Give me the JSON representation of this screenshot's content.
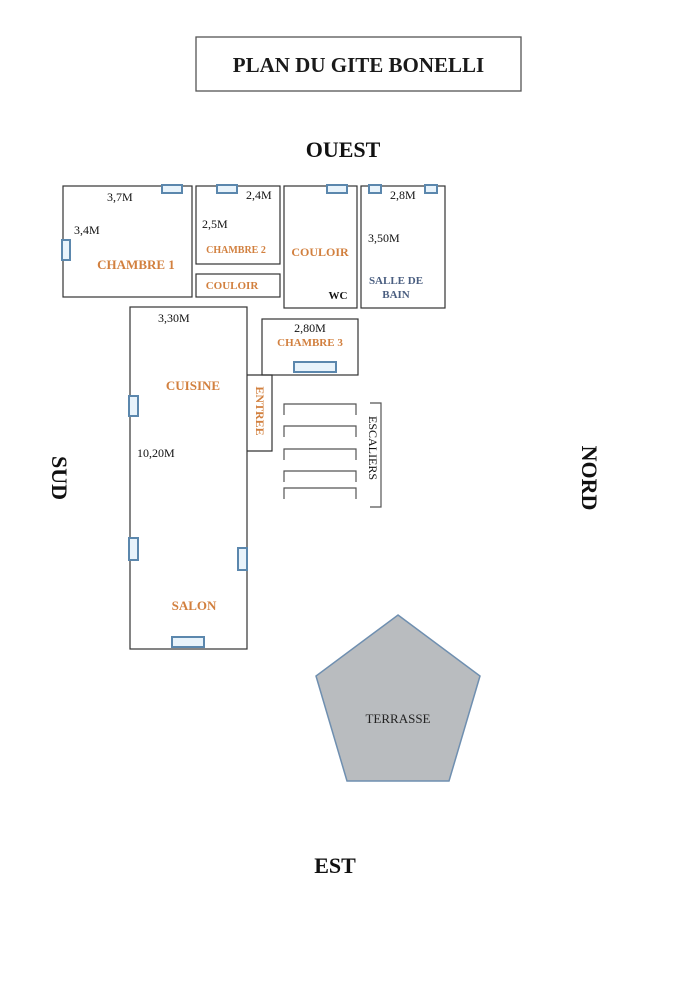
{
  "title": "PLAN DU GITE BONELLI",
  "compass": {
    "north": "NORD",
    "south": "SUD",
    "east": "EST",
    "west": "OUEST"
  },
  "rooms": {
    "chambre1": {
      "label": "CHAMBRE 1",
      "width": "3,7M",
      "depth": "3,4M"
    },
    "chambre2": {
      "label": "CHAMBRE 2",
      "width": "2,4M",
      "depth": "2,5M"
    },
    "couloir_small": {
      "label": "COULOIR"
    },
    "couloir_wc": {
      "label": "COULOIR",
      "wc": "WC"
    },
    "salle_de_bain": {
      "label_line1": "SALLE DE",
      "label_line2": "BAIN",
      "width": "2,8M",
      "depth": "3,50M"
    },
    "chambre3": {
      "label": "CHAMBRE 3",
      "width": "2,80M"
    },
    "cuisine": {
      "label": "CUISINE",
      "width": "3,30M",
      "length": "10,20M"
    },
    "entree": {
      "label": "ENTREE"
    },
    "escaliers": {
      "label": "ESCALIERS"
    },
    "salon": {
      "label": "SALON"
    },
    "terrasse": {
      "label": "TERRASSE"
    }
  },
  "colors": {
    "room_label": "#d2803f",
    "bath_label": "#4a5e80",
    "window_stroke": "#5b87ad",
    "terrace_fill": "#b9bcbf"
  }
}
